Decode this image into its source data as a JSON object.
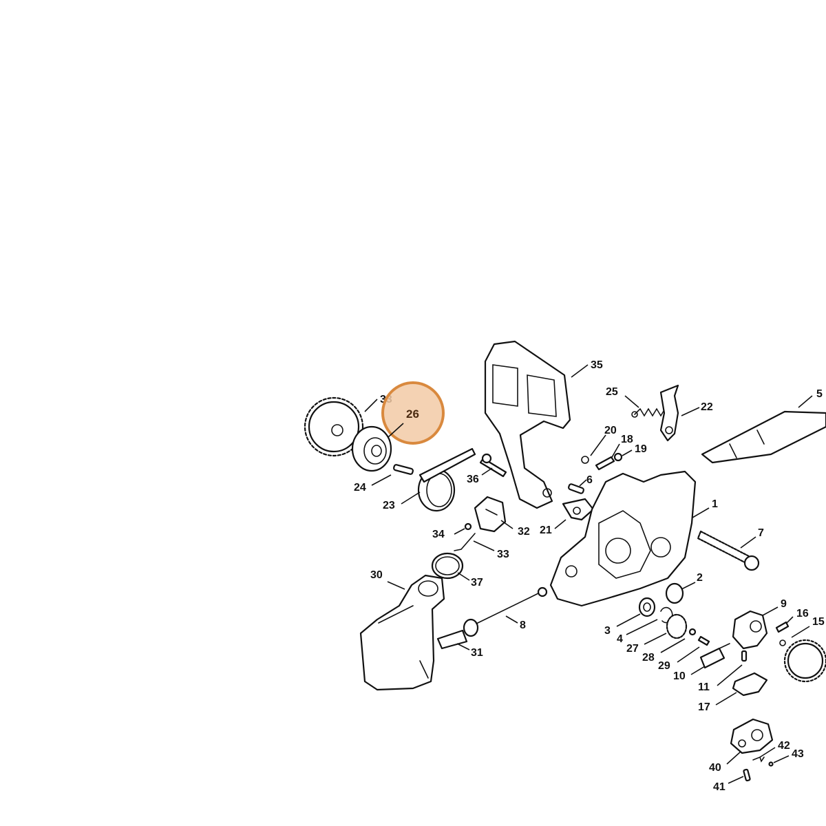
{
  "highlight": {
    "label": "26",
    "color": "#d9893e",
    "fill": "#f2caa6"
  },
  "callouts": [
    {
      "id": "c1",
      "label": "1"
    },
    {
      "id": "c2",
      "label": "2"
    },
    {
      "id": "c3",
      "label": "3"
    },
    {
      "id": "c4",
      "label": "4"
    },
    {
      "id": "c5",
      "label": "5"
    },
    {
      "id": "c6",
      "label": "6"
    },
    {
      "id": "c7",
      "label": "7"
    },
    {
      "id": "c8",
      "label": "8"
    },
    {
      "id": "c9",
      "label": "9"
    },
    {
      "id": "c10",
      "label": "10"
    },
    {
      "id": "c11",
      "label": "11"
    },
    {
      "id": "c15",
      "label": "15"
    },
    {
      "id": "c16",
      "label": "16"
    },
    {
      "id": "c17",
      "label": "17"
    },
    {
      "id": "c18",
      "label": "18"
    },
    {
      "id": "c19",
      "label": "19"
    },
    {
      "id": "c20",
      "label": "20"
    },
    {
      "id": "c21",
      "label": "21"
    },
    {
      "id": "c22",
      "label": "22"
    },
    {
      "id": "c23",
      "label": "23"
    },
    {
      "id": "c24",
      "label": "24"
    },
    {
      "id": "c25",
      "label": "25"
    },
    {
      "id": "c27",
      "label": "27"
    },
    {
      "id": "c28",
      "label": "28"
    },
    {
      "id": "c29",
      "label": "29"
    },
    {
      "id": "c30",
      "label": "30"
    },
    {
      "id": "c31",
      "label": "31"
    },
    {
      "id": "c32",
      "label": "32"
    },
    {
      "id": "c33a",
      "label": "33"
    },
    {
      "id": "c33b",
      "label": "33"
    },
    {
      "id": "c34",
      "label": "34"
    },
    {
      "id": "c35",
      "label": "35"
    },
    {
      "id": "c36",
      "label": "36"
    },
    {
      "id": "c37",
      "label": "37"
    },
    {
      "id": "c40",
      "label": "40"
    },
    {
      "id": "c41",
      "label": "41"
    },
    {
      "id": "c42",
      "label": "42"
    },
    {
      "id": "c43",
      "label": "43"
    }
  ]
}
